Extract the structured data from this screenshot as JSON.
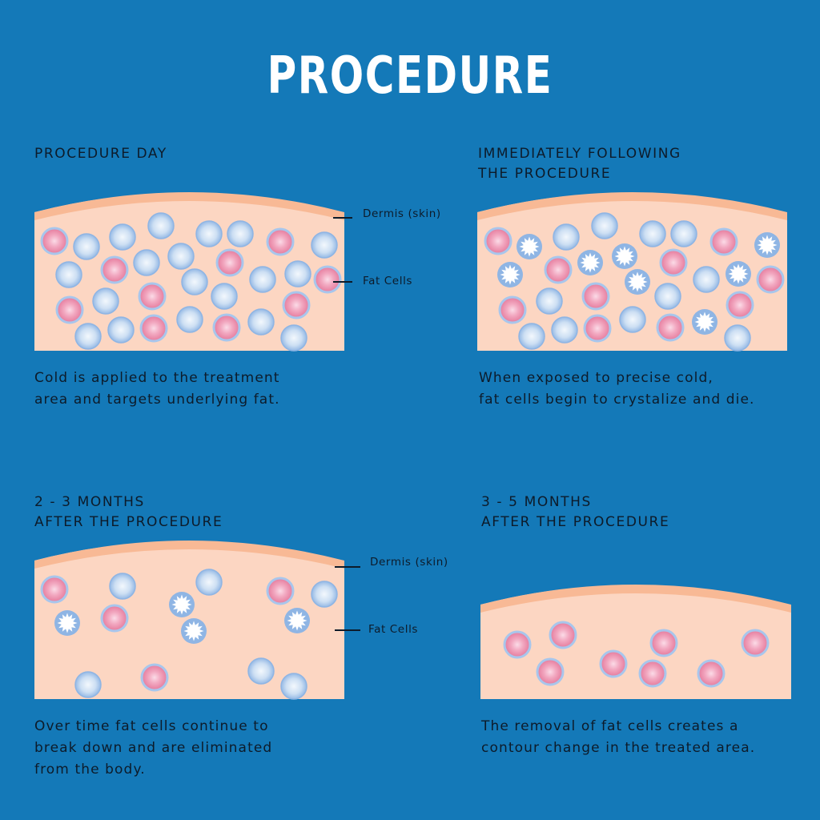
{
  "title": "PROCEDURE",
  "colors": {
    "background": "#1479b8",
    "skin_surface": "#f8b995",
    "tissue": "#fcd6c2",
    "text": "#0d1b2a",
    "healthy_fat_cell": "#e57a9c",
    "cold_fat_cell": "#8fb5e4",
    "crystallized_fat_cell": "#ffffff"
  },
  "panels": [
    {
      "heading": "PROCEDURE DAY",
      "caption": "Cold is applied to the treatment\narea and targets underlying fat.",
      "labels": {
        "dermis": "Dermis (skin)",
        "fat": "Fat Cells"
      }
    },
    {
      "heading": "IMMEDIATELY FOLLOWING\nTHE PROCEDURE",
      "caption": "When exposed to precise cold,\nfat cells begin to crystalize and die."
    },
    {
      "heading": "2 - 3 MONTHS\nAFTER THE PROCEDURE",
      "caption": "Over time fat cells continue to\n break down and are eliminated\nfrom the body.",
      "labels": {
        "dermis": "Dermis (skin)",
        "fat": "Fat Cells"
      }
    },
    {
      "heading": "3 - 5 MONTHS\nAFTER THE PROCEDURE",
      "caption": "The removal of fat cells creates a\ncontour change in the treated area."
    }
  ]
}
